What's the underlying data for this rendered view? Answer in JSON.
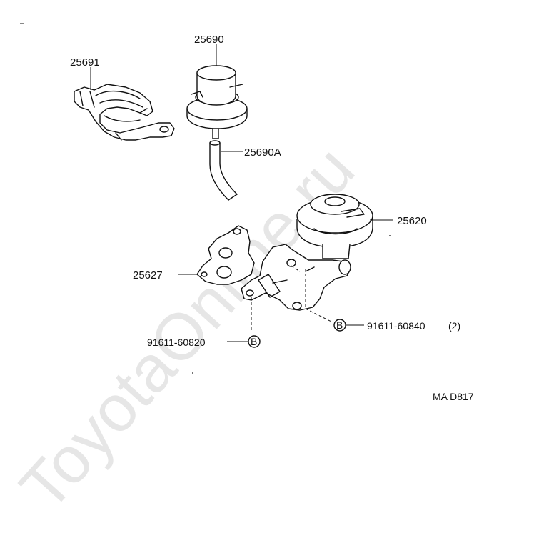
{
  "watermark": "ToyotaOnline.ru",
  "diagram_code": "MA D817",
  "parts": {
    "clamp_bracket": "25691",
    "vacuum_modulator": "25690",
    "hose": "25690A",
    "egr_valve": "25620",
    "gasket": "25627"
  },
  "bolts": {
    "bolt_short": "91611-60820",
    "bolt_long": "91611-60840",
    "bolt_long_qty": "(2)",
    "marker": "B"
  },
  "colors": {
    "ink": "#111111",
    "watermark": "#e6e6e6"
  }
}
